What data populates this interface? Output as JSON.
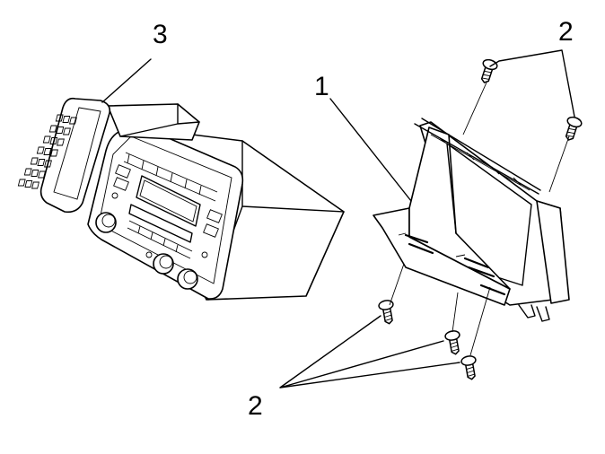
{
  "callouts": {
    "bracket": "1",
    "screws_top": "2",
    "screws_bottom": "2",
    "unit": "3"
  }
}
